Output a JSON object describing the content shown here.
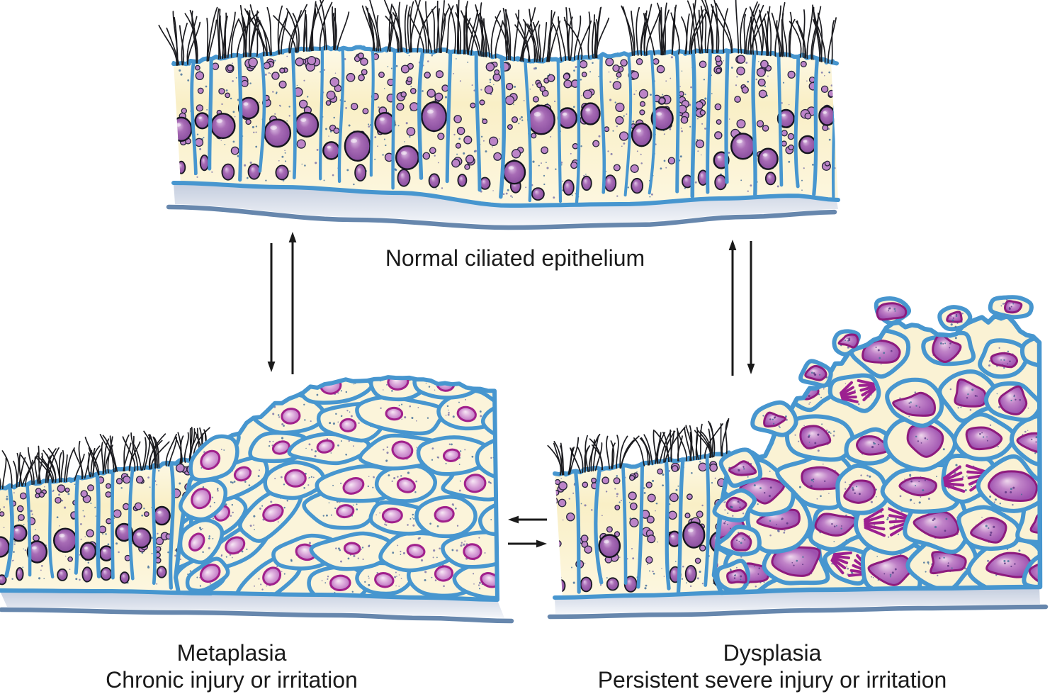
{
  "labels": {
    "normal": "Normal ciliated epithelium",
    "metaplasia_title": "Metaplasia",
    "metaplasia_subtitle": "Chronic injury or irritation",
    "dysplasia_title": "Dysplasia",
    "dysplasia_subtitle": "Persistent severe injury or irritation"
  },
  "panels": [
    {
      "id": "normal",
      "label": "Normal ciliated epithelium"
    },
    {
      "id": "metaplasia",
      "label": "Metaplasia",
      "cause": "Chronic injury or irritation"
    },
    {
      "id": "dysplasia",
      "label": "Dysplasia",
      "cause": "Persistent severe injury or irritation"
    }
  ],
  "arrows": [
    {
      "between": [
        "normal",
        "metaplasia"
      ],
      "style": "double-reversible-vertical"
    },
    {
      "between": [
        "normal",
        "dysplasia"
      ],
      "style": "double-reversible-vertical"
    },
    {
      "between": [
        "metaplasia",
        "dysplasia"
      ],
      "style": "double-reversible-horizontal"
    }
  ],
  "palette": {
    "background": "#ffffff",
    "cell_border_blue": "#4796cf",
    "cytoplasm_cream": "#f9efc6",
    "nucleus_purple": "#a76bb5",
    "nucleus_dark_outline": "#15151f",
    "granule_purple": "#bc84c8",
    "squamous_nucleus_ring": "#a1218c",
    "dysplastic_nucleus_outline": "#8d1b7e",
    "mitotic_figure": "#9c2090",
    "cilia_black": "#1b1b1f",
    "basement_steel": "#6787ad",
    "band_gray_top": "#c4cdde",
    "band_gray_bottom": "#f4f6fa",
    "label_text": "#1a1a1a"
  }
}
